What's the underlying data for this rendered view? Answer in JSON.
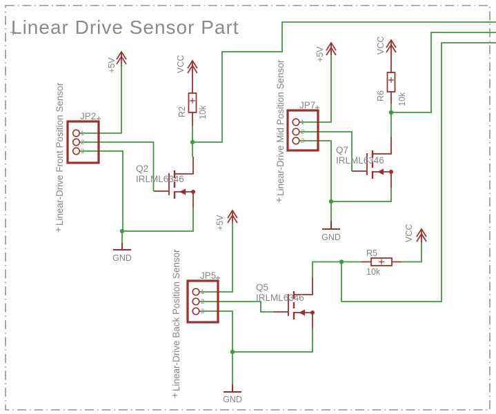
{
  "title": "Linear Drive Sensor Part",
  "colors": {
    "wire_green": "#3a9b3a",
    "component_red": "#9e2f28",
    "label_gray": "#858585",
    "border_gray": "#909090",
    "background": "#ffffff"
  },
  "circuits": {
    "front": {
      "name": "Linear-Drive Front Position Sensor",
      "connector": {
        "ref": "JP2",
        "pins": [
          "1",
          "2",
          "3"
        ]
      },
      "resistor": {
        "ref": "R2",
        "value": "10k"
      },
      "transistor": {
        "ref": "Q2",
        "part": "IRLML6346"
      },
      "power": {
        "supply": "+5V",
        "pullup": "VCC",
        "ground": "GND"
      }
    },
    "mid": {
      "name": "Linear-Drive Mid Position Sensor",
      "connector": {
        "ref": "JP7",
        "pins": [
          "1",
          "2",
          "3"
        ]
      },
      "resistor": {
        "ref": "R6",
        "value": "10k"
      },
      "transistor": {
        "ref": "Q7",
        "part": "IRLML6346"
      },
      "power": {
        "supply": "+5V",
        "pullup": "VCC",
        "ground": "GND"
      }
    },
    "back": {
      "name": "Linear-Drive Back Position Sensor",
      "connector": {
        "ref": "JP5",
        "pins": [
          "1",
          "2",
          "3"
        ]
      },
      "resistor": {
        "ref": "R5",
        "value": "10k"
      },
      "transistor": {
        "ref": "Q5",
        "part": "IRLML6346"
      },
      "power": {
        "supply": "+5V",
        "pullup": "VCC",
        "ground": "GND"
      }
    }
  }
}
